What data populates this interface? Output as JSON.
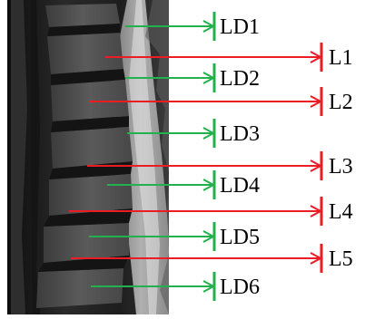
{
  "disc_labels": [
    "LD1",
    "LD2",
    "LD3",
    "LD4",
    "LD5",
    "LD6"
  ],
  "vertebra_labels": [
    "L1",
    "L2",
    "L3",
    "L4",
    "L5"
  ],
  "colors": {
    "disc_arrow": "#22b14c",
    "vertebra_arrow": "#ed1c24",
    "mri_background": "#1a1a1a",
    "label_text": "#000000"
  },
  "image": {
    "kind": "sagittal lumbar spine MRI (grayscale)"
  }
}
